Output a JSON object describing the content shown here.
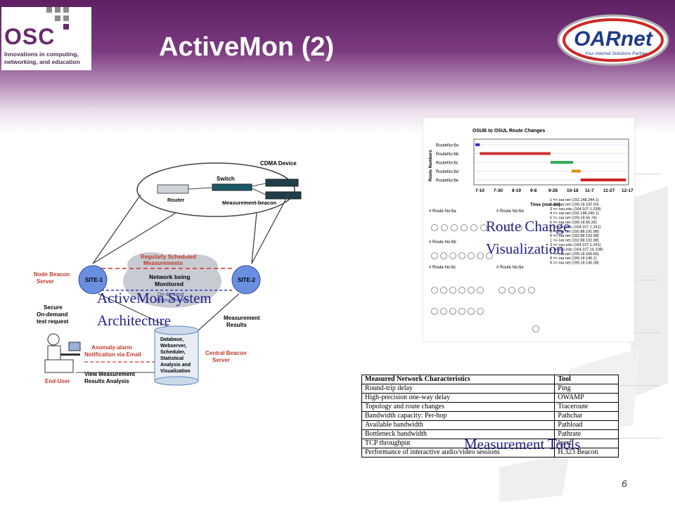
{
  "slide": {
    "title": "ActiveMon (2)",
    "page_number": "6"
  },
  "logos": {
    "osc": {
      "name": "OSC",
      "tagline": [
        "Innovations in computing,",
        "networking, and education"
      ]
    },
    "oarnet": {
      "name": "OARnet",
      "tagline": "Your Internet Solutions Partner"
    }
  },
  "architecture": {
    "labels": {
      "cdma_device": "CDMA Device",
      "switch": "Switch",
      "router": "Router",
      "measurement_beacon": "Measurement-beacon",
      "regularly_scheduled": [
        "Regularly Scheduled",
        "Measurements"
      ],
      "network_monitored": [
        "Network being",
        "Monitored"
      ],
      "on_demand": [
        "On-demand",
        "Measurements"
      ],
      "site1": "SITE-1",
      "site2": "SITE-2",
      "node_beacon_server": [
        "Node Beacon",
        "Server"
      ],
      "secure_test_request": [
        "Secure",
        "On-demand",
        "test request"
      ],
      "measurement_results": [
        "Measurement",
        "Results"
      ],
      "database_box": [
        "Database,",
        "Webserver,",
        "Scheduler,",
        "Statistical",
        "Analysis and",
        "Visualization"
      ],
      "central_beacon_server": [
        "Central Beacon",
        "Server"
      ],
      "anomaly_alarm": [
        "Anomaly-alarm",
        "Notification via Email"
      ],
      "view_results": [
        "View Measurement",
        "Results Analysis"
      ],
      "end_user": "End-User"
    },
    "caption": [
      "ActiveMon System",
      "Architecture"
    ]
  },
  "route_chart": {
    "caption": [
      "Route Change",
      "Visualization"
    ],
    "chart_title": "OSUB to OSUL Route Changes",
    "ylabel": "Route Numbers",
    "xlabel": "Time (mm-dd)",
    "route_labels": [
      "RouteNo:6a",
      "RouteNo:6b",
      "RouteNo:6c",
      "RouteNo:6d",
      "RouteNo:6e"
    ],
    "x_ticks": [
      "7-10",
      "7-30",
      "8-19",
      "9-8",
      "9-28",
      "10-18",
      "11-7",
      "11-27",
      "12-17"
    ],
    "colors": {
      "6a": "#3333cc",
      "6b": "#cc3333",
      "6c": "#33aa55",
      "6d": "#e08a1a",
      "6e": "#cc2222"
    },
    "graph_titles": [
      "# Route No:6a",
      "# Route No:6d",
      "# Route No:6b",
      "# Route No:6c",
      "# Route No:6e"
    ],
    "hop_list": [
      "1 => oar.net (192.148.244.1)",
      "2 => oar.net (199.18.192.93)",
      "3 => osu.edu (164.107.1.228)",
      "4 => oar.net (192.148.245.1)",
      "5 => oar.net (199.18.55.74)",
      "6 => oar.net (199.18.55.25)",
      "7 => osu.edu (164.107.1.241)",
      "8 => oar.net (192.88.191.98)",
      "9 => oar.net (192.88.192.98)",
      "1 => oar.net (192.88.192.98)",
      "3 => osu.edu (164.107.1.241)",
      "5 => osu.edu (164.107.16.108)",
      "7 => oar.net (199.18.155.66)",
      "8 => oar.net (199.18.145.1)",
      "9 => oar.net (199.18.145.38)"
    ]
  },
  "tools_table": {
    "caption": "Measurement Tools",
    "headers": [
      "Measured Network Characteristics",
      "Tool"
    ],
    "rows": [
      [
        "Round-trip delay",
        "Ping"
      ],
      [
        "High-precision one-way delay",
        "OWAMP"
      ],
      [
        "Topology and route changes",
        "Traceroute"
      ],
      [
        "Bandwidth capacity: Per-hop",
        "Pathchar"
      ],
      [
        "Available bandwidth",
        "Pathload"
      ],
      [
        "Bottleneck bandwidth",
        "Pathrate"
      ],
      [
        "TCP throughput",
        "Iperf"
      ],
      [
        "Performance of interactive audio/video sessions",
        "H.323 Beacon"
      ]
    ]
  }
}
